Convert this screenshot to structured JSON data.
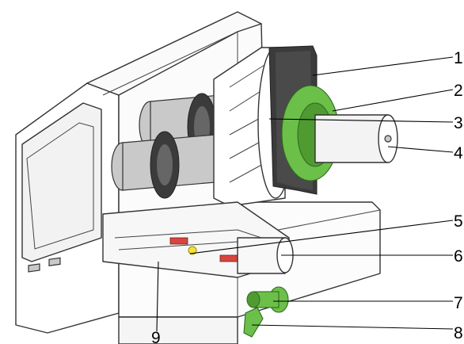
{
  "callouts": [
    {
      "label": "1",
      "part": "label-holder-flange"
    },
    {
      "label": "2",
      "part": "green-locking-ring"
    },
    {
      "label": "3",
      "part": "label-roll"
    },
    {
      "label": "4",
      "part": "roll-holder-shaft"
    },
    {
      "label": "5",
      "part": "label-path"
    },
    {
      "label": "6",
      "part": "deflection-roller"
    },
    {
      "label": "7",
      "part": "adjusting-knob"
    },
    {
      "label": "8",
      "part": "printhead-lever"
    },
    {
      "label": "9",
      "part": "guide-collar"
    }
  ],
  "colors": {
    "accent": "#6cc04a",
    "marker": "#d8453f",
    "line": "#000000"
  }
}
